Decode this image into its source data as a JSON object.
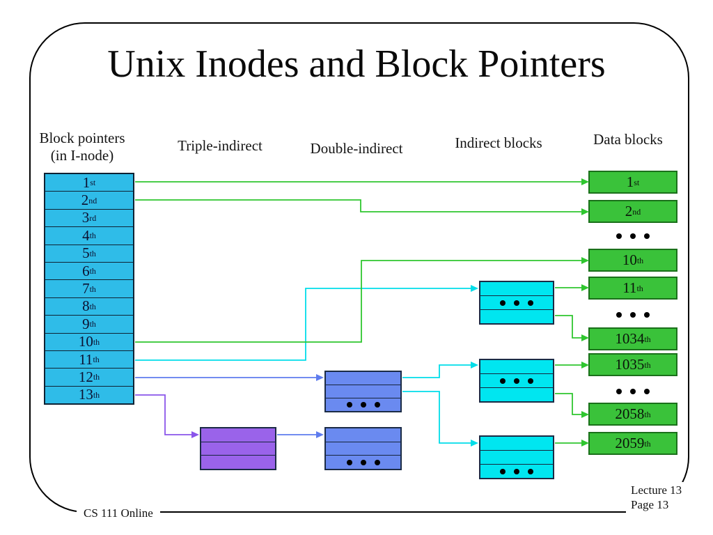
{
  "slide": {
    "title": "Unix Inodes and Block Pointers",
    "footer_left": "CS 111 Online",
    "footer_right_line1": "Lecture 13",
    "footer_right_line2": "Page 13"
  },
  "columns": {
    "block_pointers_line1": "Block pointers",
    "block_pointers_line2": "(in I-node)",
    "triple_indirect": "Triple-indirect",
    "double_indirect": "Double-indirect",
    "indirect_blocks": "Indirect blocks",
    "data_blocks": "Data blocks"
  },
  "inode": {
    "rows": [
      {
        "num": "1",
        "suf": "st"
      },
      {
        "num": "2",
        "suf": "nd"
      },
      {
        "num": "3",
        "suf": "rd"
      },
      {
        "num": "4",
        "suf": "th"
      },
      {
        "num": "5",
        "suf": "th"
      },
      {
        "num": "6",
        "suf": "th"
      },
      {
        "num": "7",
        "suf": "th"
      },
      {
        "num": "8",
        "suf": "th"
      },
      {
        "num": "9",
        "suf": "th"
      },
      {
        "num": "10",
        "suf": "th"
      },
      {
        "num": "11",
        "suf": "th"
      },
      {
        "num": "12",
        "suf": "th"
      },
      {
        "num": "13",
        "suf": "th"
      }
    ]
  },
  "data_blocks": {
    "items": [
      {
        "num": "1",
        "suf": "st"
      },
      {
        "num": "2",
        "suf": "nd"
      },
      {
        "num": "10",
        "suf": "th"
      },
      {
        "num": "11",
        "suf": "th"
      },
      {
        "num": "1034",
        "suf": "th"
      },
      {
        "num": "1035",
        "suf": "th"
      },
      {
        "num": "2058",
        "suf": "th"
      },
      {
        "num": "2059",
        "suf": "th"
      }
    ]
  },
  "colors": {
    "inode_fill": "#2fbce8",
    "indirect_fill": "#00e6f0",
    "double_indirect_fill": "#6a8af0",
    "triple_indirect_fill": "#9a63ea",
    "data_fill": "#3ac23a",
    "arrow_green": "#2fc62f",
    "arrow_cyan": "#00dde9",
    "arrow_blue": "#5e7cee",
    "arrow_purple": "#8a55ea"
  }
}
